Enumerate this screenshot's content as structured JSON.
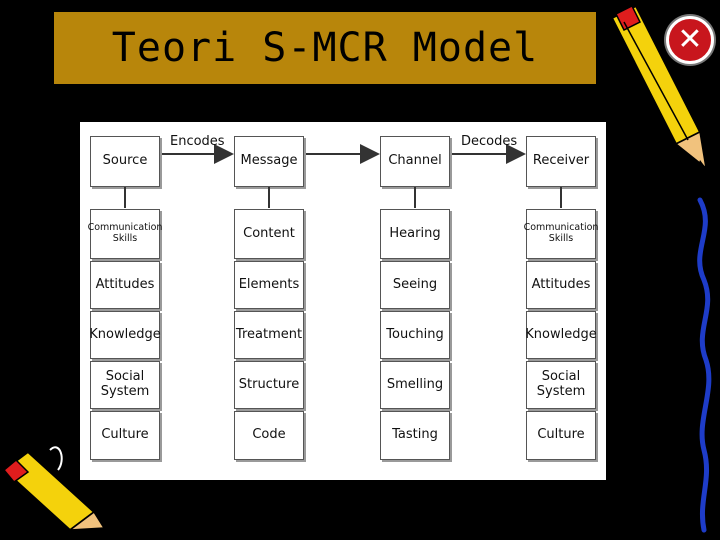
{
  "title": "Teori S-MCR Model",
  "close_icon": "close-icon",
  "colors": {
    "title_bg": "#b8860b",
    "close_red": "#c8161d",
    "pencil_yellow": "#f4d20c",
    "pencil_red": "#e01d1d"
  },
  "edges": {
    "encodes": "Encodes",
    "decodes": "Decodes"
  },
  "columns": [
    {
      "header": "Source",
      "items": [
        "Communication Skills",
        "Attitudes",
        "Knowledge",
        "Social System",
        "Culture"
      ]
    },
    {
      "header": "Message",
      "items": [
        "Content",
        "Elements",
        "Treatment",
        "Structure",
        "Code"
      ]
    },
    {
      "header": "Channel",
      "items": [
        "Hearing",
        "Seeing",
        "Touching",
        "Smelling",
        "Tasting"
      ]
    },
    {
      "header": "Receiver",
      "items": [
        "Communication Skills",
        "Attitudes",
        "Knowledge",
        "Social System",
        "Culture"
      ]
    }
  ]
}
